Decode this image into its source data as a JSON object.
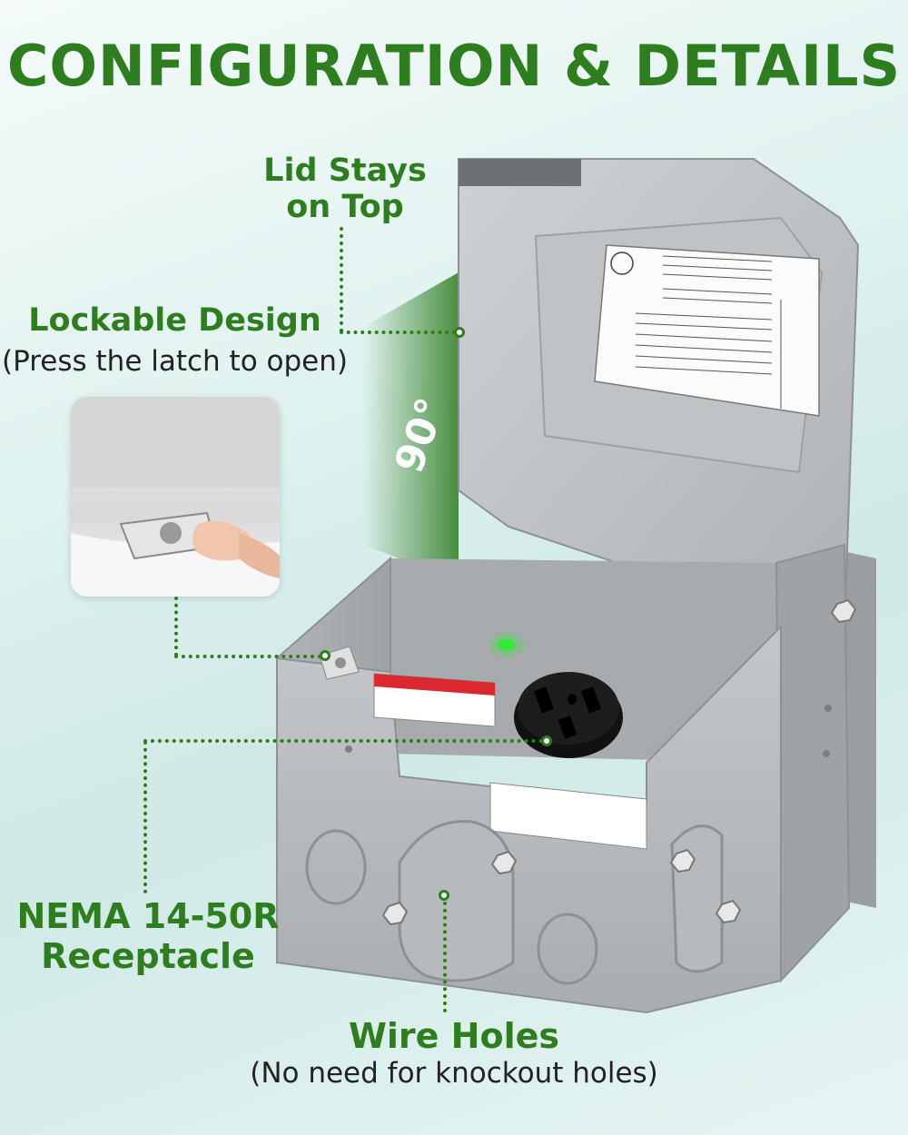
{
  "title": "CONFIGURATION & DETAILS",
  "callouts": {
    "lid": {
      "line1": "Lid Stays",
      "line2": "on Top"
    },
    "lockable": {
      "title": "Lockable Design",
      "subtitle": "(Press the latch to open)"
    },
    "receptacle": {
      "line1": "NEMA 14-50R",
      "line2": "Receptacle"
    },
    "wire": {
      "title": "Wire Holes",
      "subtitle": "(No need for knockout holes)"
    }
  },
  "angle_label": "90°",
  "colors": {
    "accent": "#2e7d1e",
    "enclosure": "#b9bcbf",
    "indicator": "#39e639"
  }
}
